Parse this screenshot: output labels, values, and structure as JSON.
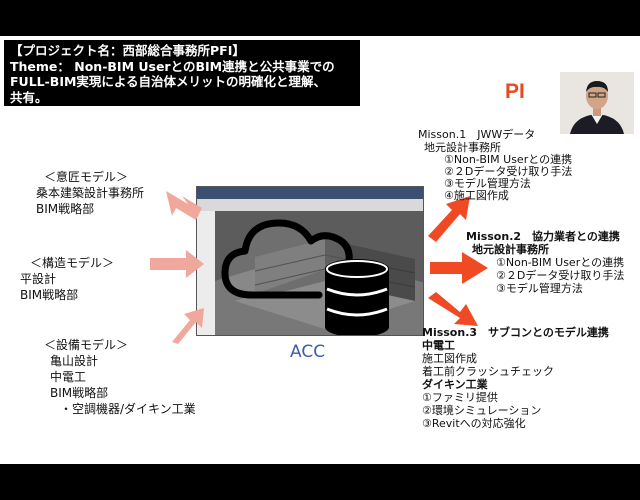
{
  "title": {
    "line1": "【プロジェクト名：西部総合事務所PFI】",
    "line2": "Theme： Non-BIM UserとのBIM連携と公共事業での",
    "line3": "FULL-BIM実現による自治体メリットの明確化と理解、",
    "line4": "共有。"
  },
  "logo_text": "PI",
  "acc_label": "ACC",
  "left": {
    "design": {
      "heading": "＜意匠モデル＞",
      "items": [
        "桑本建築設計事務所",
        "BIM戦略部"
      ]
    },
    "structure": {
      "heading": "＜構造モデル＞",
      "items": [
        "平設計",
        "BIM戦略部"
      ]
    },
    "equipment": {
      "heading": "＜設備モデル＞",
      "items": [
        "亀山設計",
        "中電工",
        "BIM戦略部",
        "・空調機器/ダイキン工業"
      ]
    }
  },
  "right": {
    "m1": {
      "title": "Misson.1　JWWデータ",
      "org": "地元設計事務所",
      "items": [
        "①Non-BIM Userとの連携",
        "②２Dデータ受け取り手法",
        "③モデル管理方法",
        "④施工図作成"
      ]
    },
    "m2": {
      "title": "Misson.2　協力業者との連携",
      "org": "地元設計事務所",
      "items": [
        "①Non-BIM Userとの連携",
        "②２Dデータ受け取り手法",
        "③モデル管理方法"
      ]
    },
    "m3": {
      "title": "Misson.3　サブコンとのモデル連携",
      "org1": "中電工",
      "org1_items": [
        "施工図作成",
        "着工前クラッシュチェック"
      ],
      "org2": "ダイキン工業",
      "org2_items": [
        "①ファミリ提供",
        "②環境シミュレーション",
        "③Revitへの対応強化"
      ]
    }
  },
  "colors": {
    "arrow_in": "#f0a79c",
    "arrow_out": "#ef4a24",
    "logo": "#e84a1f",
    "acc": "#3a5ea8"
  }
}
